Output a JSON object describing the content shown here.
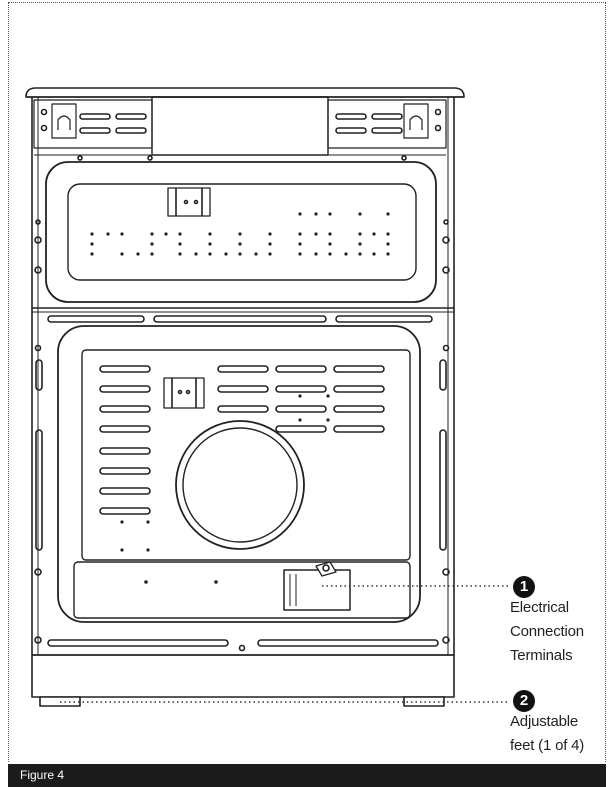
{
  "callouts": [
    {
      "number": "1",
      "label_lines": [
        "Electrical",
        "Connection",
        "Terminals"
      ]
    },
    {
      "number": "2",
      "label_lines": [
        "Adjustable",
        "feet (1 of 4)"
      ]
    }
  ],
  "caption": "Figure 4",
  "colors": {
    "line": "#222222",
    "caption_bg": "#1b1b1b",
    "callout_bg": "#111111"
  }
}
